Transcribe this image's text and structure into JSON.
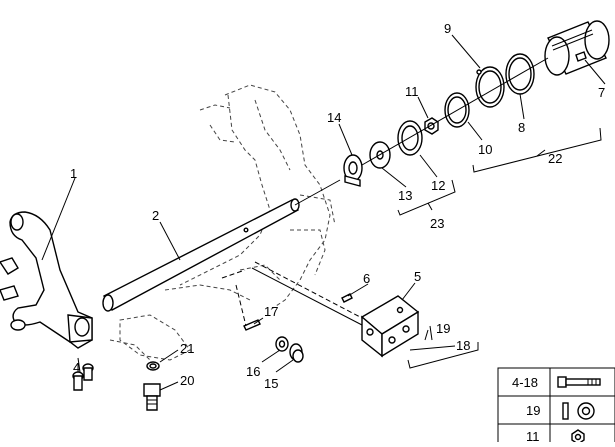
{
  "callouts": {
    "c1": "1",
    "c2": "2",
    "c4": "4",
    "c5": "5",
    "c6": "6",
    "c7": "7",
    "c8": "8",
    "c9": "9",
    "c10": "10",
    "c11": "11",
    "c12": "12",
    "c13": "13",
    "c14": "14",
    "c15": "15",
    "c16": "16",
    "c17": "17",
    "c18": "18",
    "c19": "19",
    "c20": "20",
    "c21": "21",
    "c22": "22",
    "c23": "23"
  },
  "legend": {
    "rows": [
      {
        "label": "4-18",
        "icon": "bolt-icon"
      },
      {
        "label": "19",
        "icon": "washer-icon"
      },
      {
        "label": "11",
        "icon": "nut-icon"
      }
    ]
  }
}
